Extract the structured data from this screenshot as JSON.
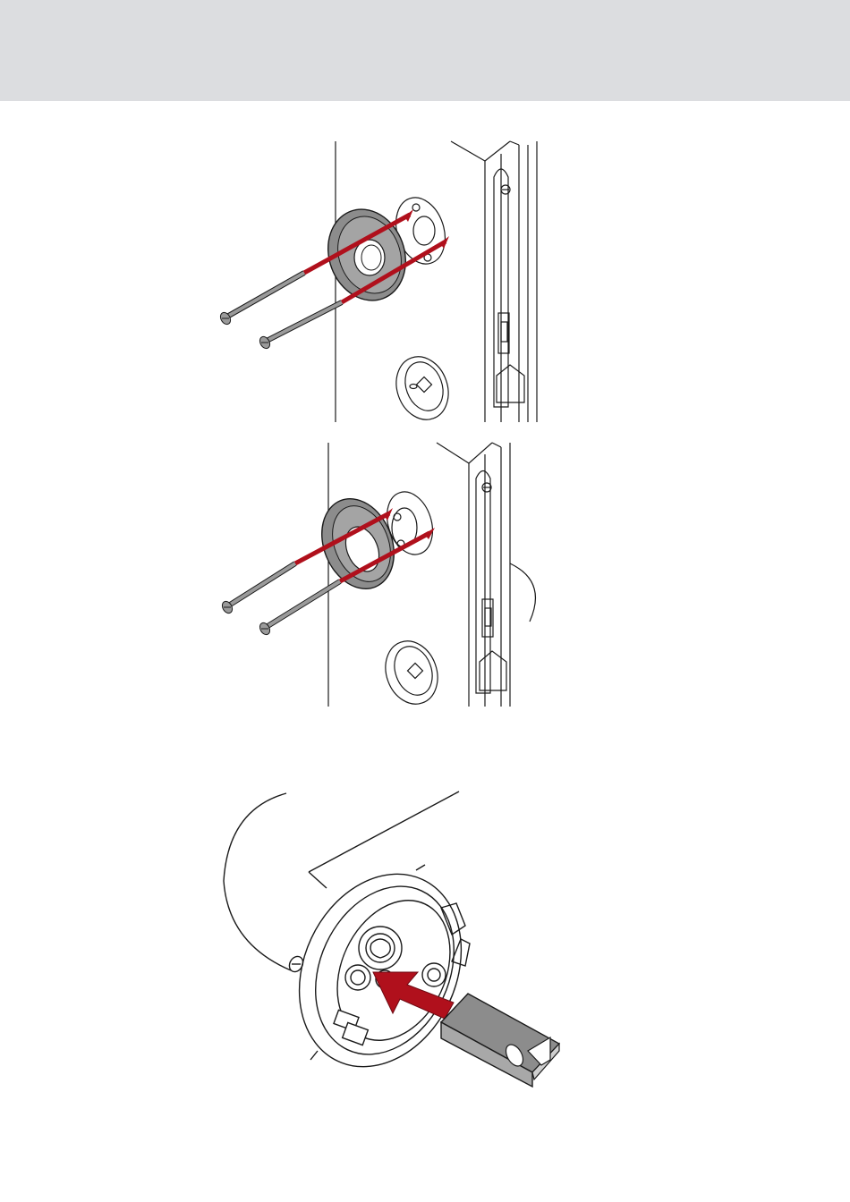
{
  "page": {
    "header_band_color": "#dcdde0",
    "accent_color": "#b0101c",
    "metal_gray": "#8c8c8c",
    "line_color": "#1a1a1a"
  },
  "figures": [
    {
      "id": "fig1",
      "icons": [
        "door-edge-icon",
        "rosette-plate-icon",
        "mounting-screw-icon",
        "insertion-arrow-icon",
        "escutcheon-icon",
        "lock-case-icon"
      ]
    },
    {
      "id": "fig2",
      "icons": [
        "door-edge-icon",
        "rosette-plate-icon",
        "mounting-screw-icon",
        "insertion-arrow-icon",
        "escutcheon-icon",
        "lock-case-icon"
      ]
    },
    {
      "id": "fig3",
      "icons": [
        "handle-icon",
        "rosette-base-icon",
        "square-spindle-icon",
        "insertion-arrow-icon"
      ]
    }
  ]
}
